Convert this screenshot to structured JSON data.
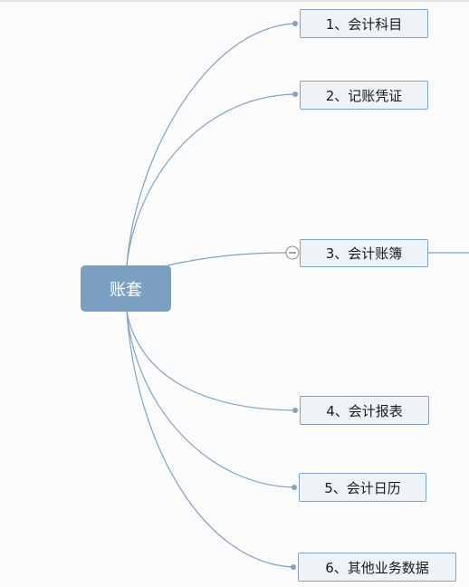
{
  "root": {
    "label": "账套"
  },
  "branches": [
    {
      "label": "1、会计科目"
    },
    {
      "label": "2、记账凭证"
    },
    {
      "label": "3、会计账簿",
      "collapse_control": "minus-icon"
    },
    {
      "label": "4、会计报表"
    },
    {
      "label": "5、会计日历"
    },
    {
      "label": "6、其他业务数据"
    }
  ],
  "colors": {
    "root_fill": "#7a9fc0",
    "node_fill": "#eef3f7",
    "node_border": "#7ea3c4",
    "connector": "#7ea3c4",
    "background": "#fbfbfb"
  }
}
